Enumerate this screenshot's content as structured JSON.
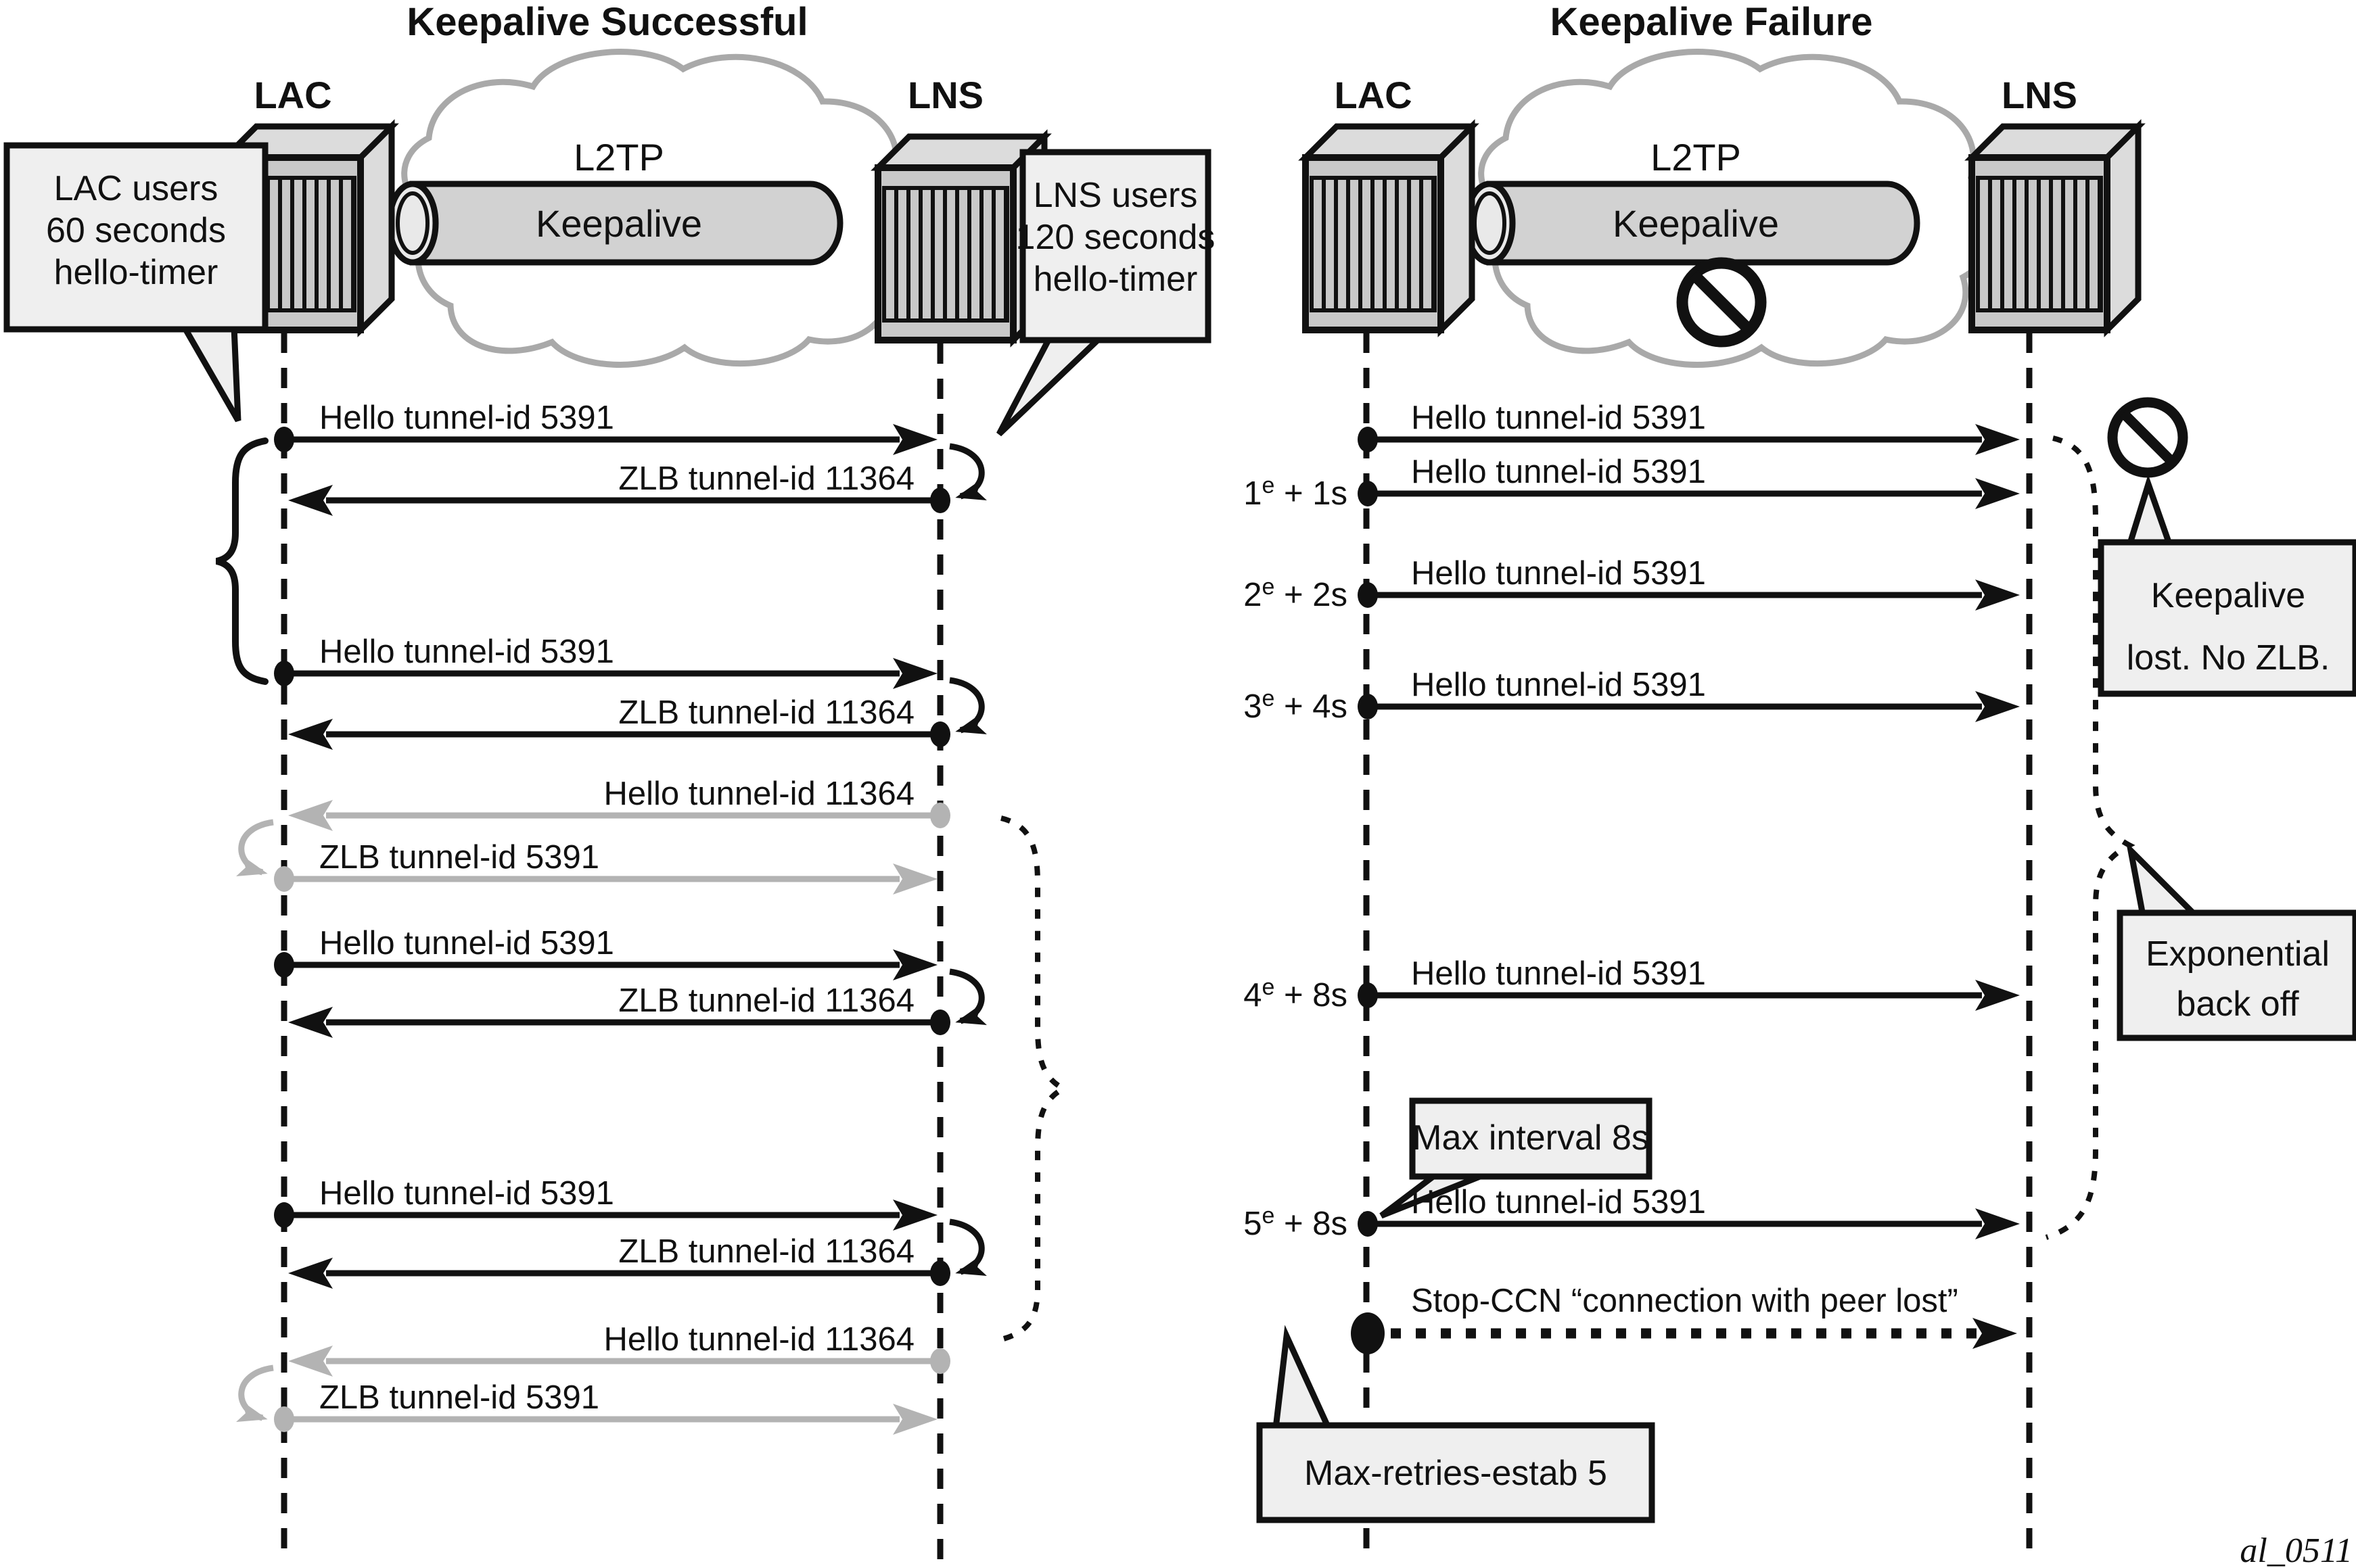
{
  "left": {
    "title": "Keepalive Successful",
    "lac": "LAC",
    "lns": "LNS",
    "cloud": "L2TP",
    "tunnel": "Keepalive",
    "lac_note": [
      "LAC users",
      "60 seconds",
      "hello-timer"
    ],
    "lns_note": [
      "LNS users",
      "120 seconds",
      "hello-timer"
    ],
    "hello_from_lac": "Hello tunnel-id 5391",
    "zlb_from_lns": "ZLB tunnel-id 11364",
    "hello_from_lns": "Hello tunnel-id 11364",
    "zlb_from_lac": "ZLB tunnel-id 5391"
  },
  "right": {
    "title": "Keepalive Failure",
    "lac": "LAC",
    "lns": "LNS",
    "cloud": "L2TP",
    "tunnel": "Keepalive",
    "hello": "Hello tunnel-id 5391",
    "retries": [
      {
        "n": "1",
        "sup": "e",
        "rest": " + 1s"
      },
      {
        "n": "2",
        "sup": "e",
        "rest": " + 2s"
      },
      {
        "n": "3",
        "sup": "e",
        "rest": " + 4s"
      },
      {
        "n": "4",
        "sup": "e",
        "rest": " + 8s"
      },
      {
        "n": "5",
        "sup": "e",
        "rest": " + 8s"
      }
    ],
    "max_interval": "Max interval 8s",
    "stop_ccn": "Stop-CCN “connection with peer lost”",
    "max_retries": "Max-retries-estab 5",
    "keepalive_lost": [
      "Keepalive",
      "lost. No ZLB."
    ],
    "backoff": [
      "Exponential",
      "back off"
    ]
  },
  "colors": {
    "ink": "#111111",
    "gray_arrow": "#b3b3b3",
    "cloud_stroke": "#a9a9a9",
    "callout_fill": "#efefef",
    "cylinder_fill": "#d2d2d2"
  },
  "footer": "al_0511"
}
